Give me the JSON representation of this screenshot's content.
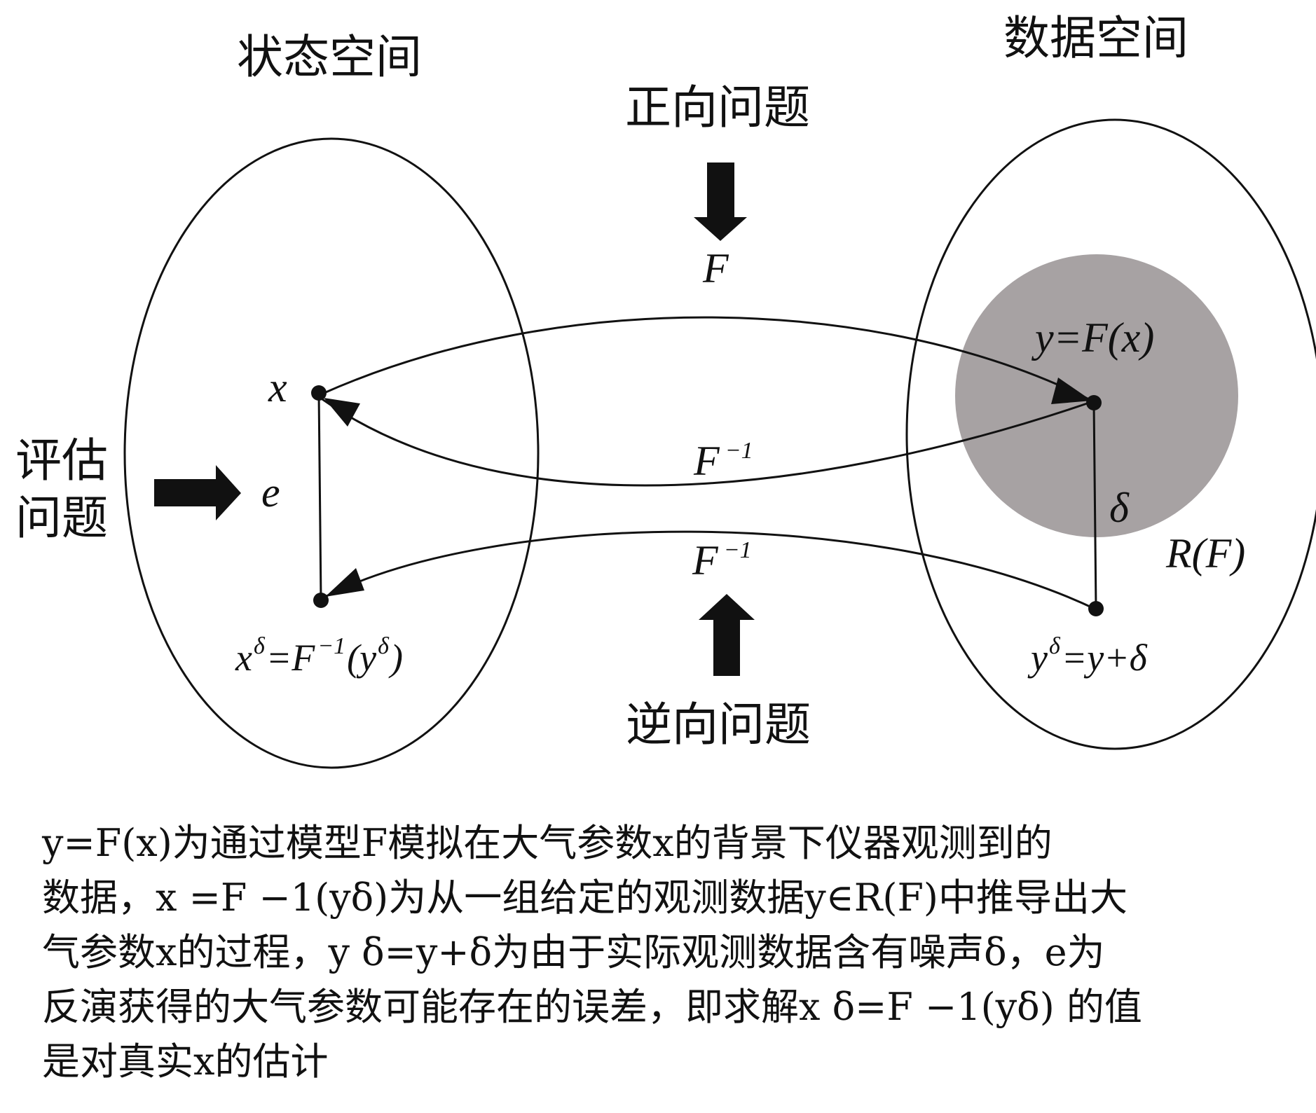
{
  "labels": {
    "state_space": "状态空间",
    "data_space": "数据空间",
    "forward_problem": "正向问题",
    "inverse_problem": "逆向问题",
    "eval_line1": "评估",
    "eval_line2": "问题",
    "F": "F",
    "F_inv": "F",
    "F_inv_sup": "−1",
    "F_inv2": "F",
    "F_inv2_sup": "−1",
    "x": "x",
    "e": "e",
    "delta": "δ",
    "y_eq": "y=F(x)",
    "RF": "R(F)",
    "xdelta_x": "x",
    "xdelta_sup": "δ",
    "xdelta_eq": "=F",
    "xdelta_eq_sup": "−1",
    "xdelta_paren_open": "(y",
    "xdelta_paren_sup": "δ",
    "xdelta_paren_close": ")",
    "ydelta_y": "y",
    "ydelta_sup": "δ",
    "ydelta_rest": "=y+δ"
  },
  "caption": [
    "y=F(x)为通过模型F模拟在大气参数x的背景下仪器观测到的",
    "数据，x =F −1(yδ)为从一组给定的观测数据y∈R(F)中推导出大",
    "气参数x的过程，y δ=y+δ为由于实际观测数据含有噪声δ，e为",
    "反演获得的大气参数可能存在的误差，即求解x δ=F −1(yδ) 的值",
    "是对真实x的估计"
  ],
  "colors": {
    "range_fill": "#a7a2a3",
    "stroke": "#111111"
  }
}
